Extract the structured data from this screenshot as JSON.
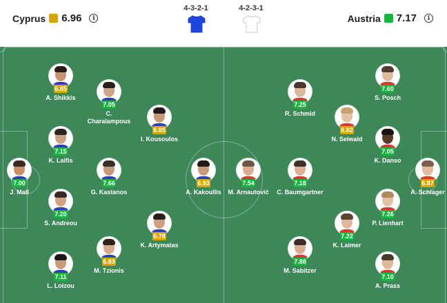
{
  "colors": {
    "good": "#18b53e",
    "avg": "#d7a600",
    "orange": "#e06a14"
  },
  "header": {
    "home": {
      "name": "Cyprus",
      "rating": "6.96",
      "rating_color": "#d7a600"
    },
    "away": {
      "name": "Austria",
      "rating": "7.17",
      "rating_color": "#18b53e"
    },
    "home_formation": "4-3-2-1",
    "away_formation": "4-2-3-1",
    "info_icon": "info-icon",
    "home_kit_color": "#1f45e0",
    "away_kit_color": "#ffffff"
  },
  "home_players": [
    {
      "name": "J. Mall",
      "rating": "7.00",
      "color": "#18b53e"
    },
    {
      "name": "A. Shikkis",
      "rating": "6.85",
      "color": "#d7a600"
    },
    {
      "name": "K. Laifis",
      "rating": "7.15",
      "color": "#18b53e"
    },
    {
      "name": "S. Andreou",
      "rating": "7.20",
      "color": "#18b53e"
    },
    {
      "name": "L. Loizou",
      "rating": "7.11",
      "color": "#18b53e"
    },
    {
      "name": "C. Charalampous",
      "rating": "7.05",
      "color": "#18b53e"
    },
    {
      "name": "G. Kastanos",
      "rating": "7.66",
      "color": "#18b53e"
    },
    {
      "name": "M. Tzionis",
      "rating": "6.83",
      "color": "#d7a600"
    },
    {
      "name": "I. Kousoulos",
      "rating": "6.85",
      "color": "#d7a600"
    },
    {
      "name": "K. Artymatas",
      "rating": "6.78",
      "color": "#d7a600"
    },
    {
      "name": "A. Kakoullis",
      "rating": "6.93",
      "color": "#d7a600"
    }
  ],
  "away_players": [
    {
      "name": "M. Arnautović",
      "rating": "7.54",
      "color": "#18b53e"
    },
    {
      "name": "R. Schmid",
      "rating": "7.25",
      "color": "#18b53e"
    },
    {
      "name": "C. Baumgartner",
      "rating": "7.18",
      "color": "#18b53e"
    },
    {
      "name": "K. Laimer",
      "rating": "7.22",
      "color": "#18b53e"
    },
    {
      "name": "M. Sabitzer",
      "rating": "7.88",
      "color": "#18b53e"
    },
    {
      "name": "N. Seiwald",
      "rating": "6.82",
      "color": "#d7a600"
    },
    {
      "name": "K. Danso",
      "rating": "7.05",
      "color": "#18b53e"
    },
    {
      "name": "S. Posch",
      "rating": "7.60",
      "color": "#18b53e"
    },
    {
      "name": "P. Lienhart",
      "rating": "7.26",
      "color": "#18b53e"
    },
    {
      "name": "A. Prass",
      "rating": "7.10",
      "color": "#18b53e"
    },
    {
      "name": "A. Schlager",
      "rating": "6.87",
      "color": "#d7a600"
    }
  ]
}
